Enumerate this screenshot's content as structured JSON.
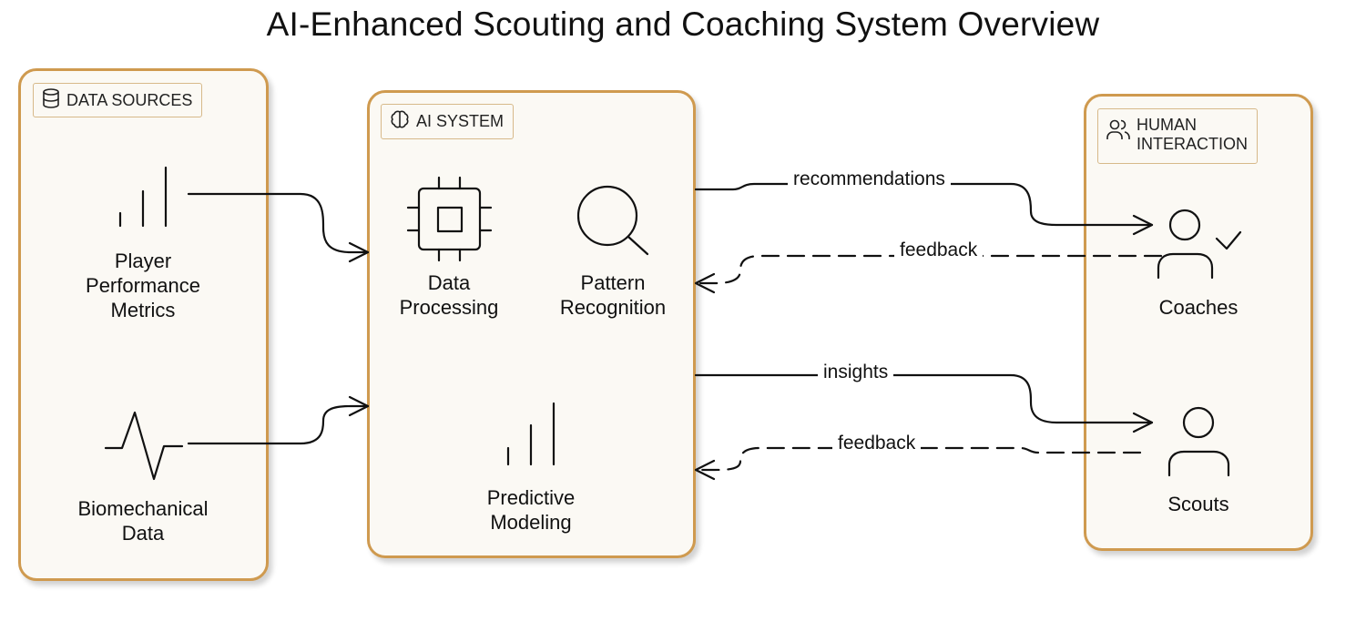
{
  "title": "AI-Enhanced Scouting and Coaching System Overview",
  "groups": {
    "data_sources": "DATA SOURCES",
    "ai_system": "AI SYSTEM",
    "human_interaction_line1": "HUMAN",
    "human_interaction_line2": "INTERACTION"
  },
  "nodes": {
    "player_metrics": [
      "Player",
      "Performance",
      "Metrics"
    ],
    "biomechanical": [
      "Biomechanical",
      "Data"
    ],
    "data_processing": [
      "Data",
      "Processing"
    ],
    "pattern_recognition": [
      "Pattern",
      "Recognition"
    ],
    "predictive_modeling": [
      "Predictive",
      "Modeling"
    ],
    "coaches": "Coaches",
    "scouts": "Scouts"
  },
  "edges": {
    "recommendations": "recommendations",
    "feedback_coaches": "feedback",
    "insights": "insights",
    "feedback_scouts": "feedback"
  },
  "colors": {
    "panel_border": "#cf9a4f",
    "panel_fill": "#fbf9f4",
    "tag_border": "#d7b98a",
    "line": "#111111"
  },
  "icons": {
    "data_sources": "database-icon",
    "ai_system": "brain-icon",
    "human_interaction": "users-icon",
    "player_metrics": "bar-chart-icon",
    "biomechanical": "pulse-icon",
    "data_processing": "cpu-icon",
    "pattern_recognition": "search-icon",
    "predictive_modeling": "bar-chart-icon",
    "coaches": "user-check-icon",
    "scouts": "user-icon"
  }
}
